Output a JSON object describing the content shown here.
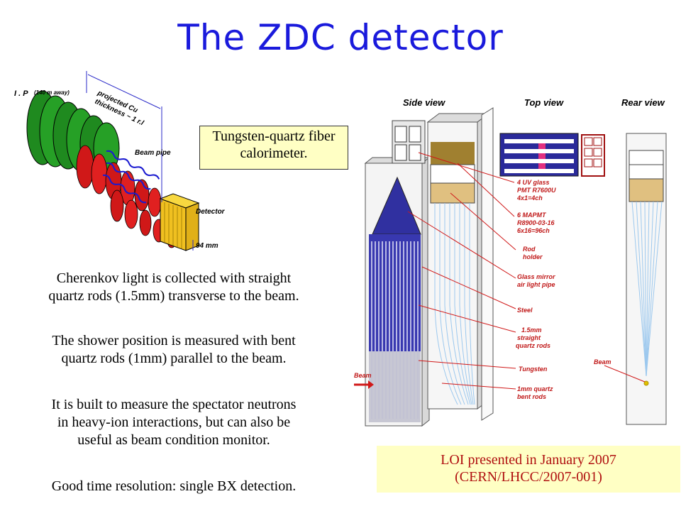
{
  "title": "The ZDC detector",
  "callout_calorimeter": "Tungsten-quartz fiber calorimeter.",
  "callout_loi": {
    "line1": "LOI presented in January 2007",
    "line2": "(CERN/LHCC/2007-001)"
  },
  "paragraphs": [
    {
      "line1": "Cherenkov light is collected with straight",
      "line2": "quartz rods (1.5mm) transverse to the beam."
    },
    {
      "line1": "The shower position is measured with bent",
      "line2": "quartz rods (1mm) parallel to the beam."
    },
    {
      "line1": "It is built to measure the spectator neutrons",
      "line2": "in heavy-ion interactions, but  can also be",
      "line3": "useful as beam condition monitor."
    },
    {
      "line1": "Good time resolution: single BX detection."
    }
  ],
  "left_diagram": {
    "ip": "I . P",
    "ip_distance": "(140 m away)",
    "projected_line1": "projected Cu",
    "projected_line2": "thickness ~ 1 r.l",
    "beam_pipe": "Beam pipe",
    "detector": "Detector",
    "size": "94 mm"
  },
  "right_diagram": {
    "side_view": "Side view",
    "top_view": "Top view",
    "rear_view": "Rear view",
    "labels": [
      {
        "l1": "4 UV glass",
        "l2": "PMT R7600U",
        "l3": "4x1=4ch"
      },
      {
        "l1": "6 MAPMT",
        "l2": "R8900-03-16",
        "l3": "6x16=96ch"
      },
      {
        "l1": "Rod",
        "l2": "holder"
      },
      {
        "l1": "Glass mirror",
        "l2": "air light pipe"
      },
      {
        "l1": "Steel"
      },
      {
        "l1": "1.5mm",
        "l2": "straight",
        "l3": "quartz rods"
      },
      {
        "l1": "Tungsten"
      },
      {
        "l1": "1mm quartz",
        "l2": "bent rods"
      }
    ],
    "beam_left": "Beam",
    "beam_rear": "Beam"
  }
}
